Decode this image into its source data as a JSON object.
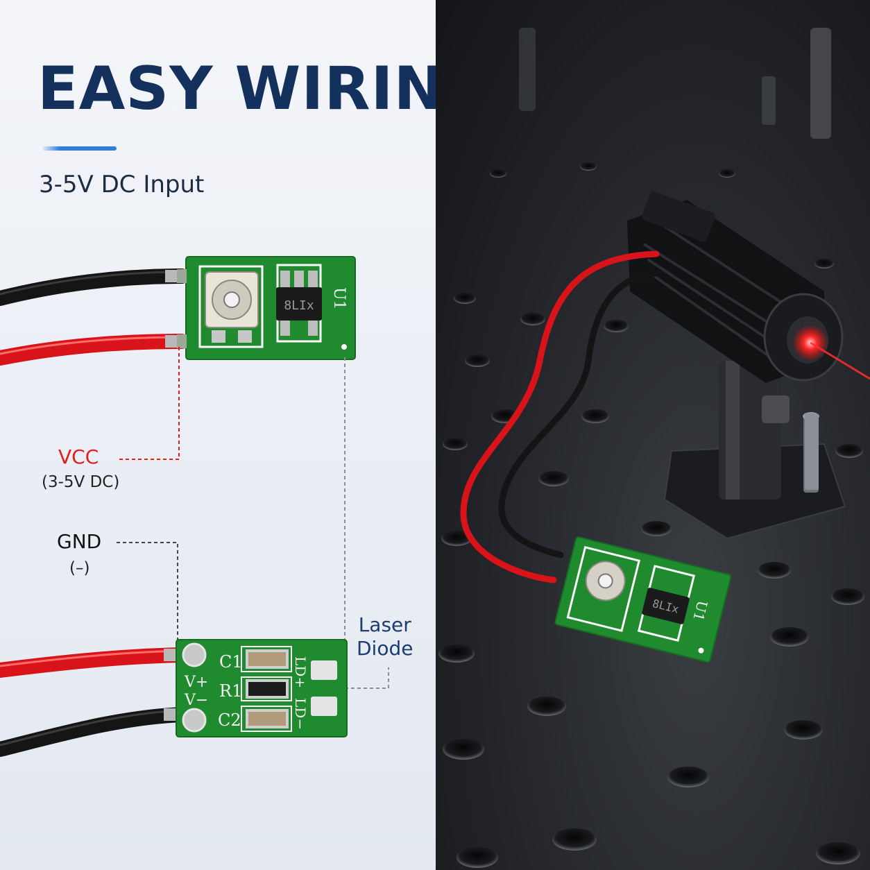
{
  "heading": {
    "title": "EASY WIRING",
    "subtitle": "3-5V DC Input"
  },
  "labels": {
    "vcc": "VCC",
    "vcc_range": "(3-5V DC)",
    "gnd": "GND",
    "gnd_sign": "(–)",
    "laser_line1": "Laser",
    "laser_line2": "Diode"
  },
  "board_top": {
    "silk_u1": "U1",
    "chip_marking": "8LIx"
  },
  "board_bottom": {
    "c1": "C1",
    "r1": "R1",
    "c2": "C2",
    "v_plus": "V+",
    "v_minus": "V−",
    "ld_plus": "LD+",
    "ld_minus": "LD−"
  },
  "photo_board": {
    "silk_u1": "U1",
    "chip_marking": "8LIx"
  },
  "colors": {
    "title": "#14305c",
    "accent": "#2f7de1",
    "vcc": "#e01e1e",
    "pcb": "#1f8a2e",
    "wire_red": "#d8141a",
    "wire_black": "#1a1a1a"
  }
}
